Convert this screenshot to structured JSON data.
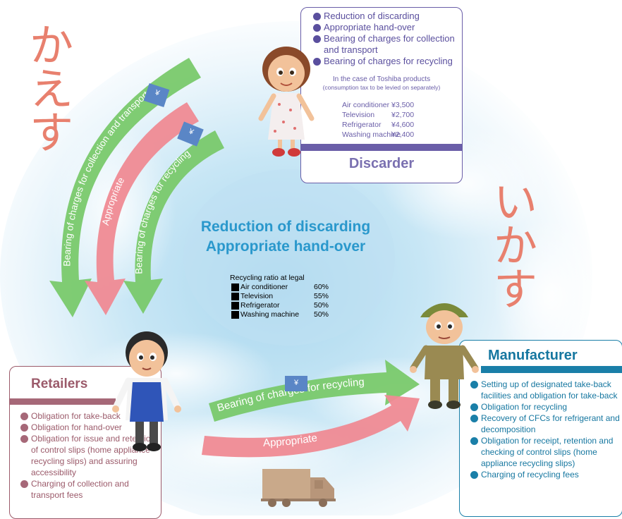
{
  "japanese_left": [
    "か",
    "え",
    "す"
  ],
  "japanese_right": [
    "い",
    "か",
    "す"
  ],
  "center": {
    "line1": "Reduction of discarding",
    "line2": "Appropriate hand-over"
  },
  "recycling_ratio": {
    "title": "Recycling ratio at legal",
    "rows": [
      {
        "label": "Air conditioner",
        "value": "60%"
      },
      {
        "label": "Television",
        "value": "55%"
      },
      {
        "label": "Refrigerator",
        "value": "50%"
      },
      {
        "label": "Washing machine",
        "value": "50%"
      }
    ]
  },
  "discarder": {
    "title": "Discarder",
    "items": [
      "Reduction of discarding",
      "Appropriate hand-over",
      "Bearing of charges for collection and transport",
      "Bearing of charges for recycling"
    ],
    "note1": "In the case of Toshiba products",
    "note2": "(consumption tax to be levied on separately)",
    "fees": [
      {
        "label": "Air conditioner",
        "value": "¥3,500"
      },
      {
        "label": "Television",
        "value": "¥2,700"
      },
      {
        "label": "Refrigerator",
        "value": "¥4,600"
      },
      {
        "label": "Washing machine",
        "value": "¥2,400"
      }
    ],
    "color": "#5a4f9e"
  },
  "retailers": {
    "title": "Retailers",
    "items": [
      "Obligation for take-back",
      "Obligation for hand-over",
      "Obligation for issue and retention of control slips (home appliance recycling slips) and assuring accessibility",
      "Charging of collection and transport fees"
    ],
    "color": "#9b5a6a"
  },
  "manufacturer": {
    "title": "Manufacturer",
    "items": [
      "Setting up of designated take-back facilities and obligation for take-back",
      "Obligation for recycling",
      "Recovery of CFCs for refrigerant and decomposition",
      "Obligation for receipt, retention and checking of control slips (home appliance recycling slips)",
      "Charging of recycling fees"
    ],
    "color": "#1677a0"
  },
  "arrows": {
    "collection": "Bearing of charges for collection and transport",
    "appropriate_left": "Appropriate",
    "recycling_left": "Bearing of charges for recycling",
    "recycling_bottom": "Bearing of charges for recycling",
    "appropriate_bottom": "Appropriate"
  },
  "yen_symbol": "¥",
  "icons": [
    "yen-note-icon",
    "truck-icon",
    "woman-figure",
    "retailer-figure",
    "worker-figure"
  ]
}
